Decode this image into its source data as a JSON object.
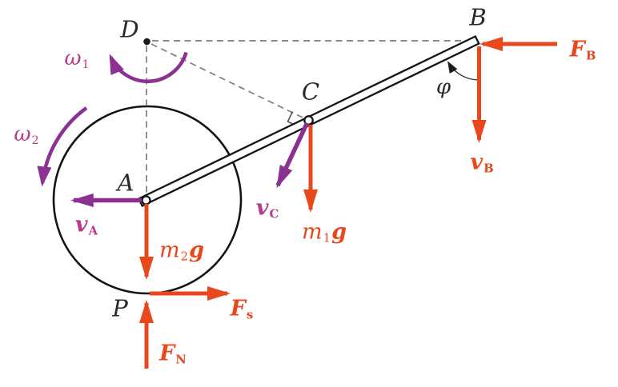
{
  "figure": {
    "description": "Kinematics and force diagram: wheel rolling at P with center A, rod AB with midpoint C, instantaneous center of rotation D, angle phi at B",
    "colors": {
      "force": "#e8481c",
      "velocity": "#8a3191",
      "label_magenta": "#b93b8c",
      "line": "#141414",
      "dashed": "#7d7d7d"
    },
    "labels": {
      "D": {
        "main": "D"
      },
      "A": {
        "main": "A"
      },
      "B": {
        "main": "B"
      },
      "C": {
        "main": "C"
      },
      "P": {
        "main": "P"
      },
      "phi": {
        "main": "φ"
      },
      "omega1": {
        "main": "ω",
        "sub": "1"
      },
      "omega2": {
        "main": "ω",
        "sub": "2"
      },
      "vA": {
        "main": "v",
        "sub": "A"
      },
      "vB": {
        "main": "v",
        "sub": "B"
      },
      "vC": {
        "main": "v",
        "sub": "C"
      },
      "FB": {
        "main": "F",
        "sub": "B"
      },
      "Fs": {
        "main": "F",
        "sub": "s"
      },
      "FN": {
        "main": "F",
        "sub": "N"
      },
      "m1g": {
        "main": "m",
        "sub": "1",
        "post": "g"
      },
      "m2g": {
        "main": "m",
        "sub": "2",
        "post": "g"
      }
    }
  }
}
